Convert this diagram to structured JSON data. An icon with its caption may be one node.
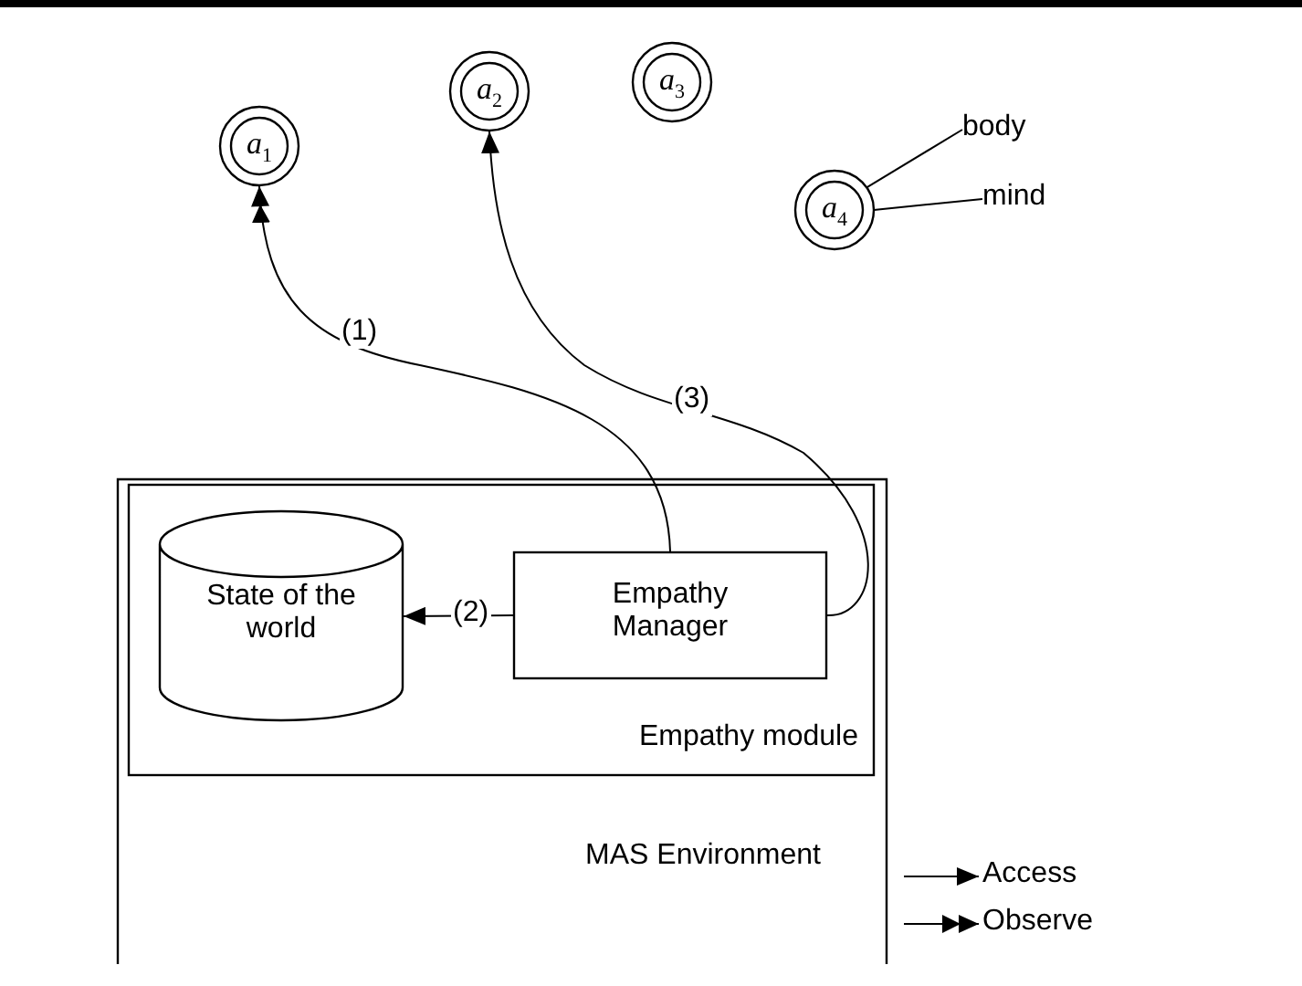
{
  "diagram": {
    "nodes": [
      {
        "text": [
          "MAS Environment"
        ]
      },
      {
        "text": [
          "Empathy module"
        ],
        "in": 0
      },
      {
        "text": [
          "State of the world"
        ],
        "in": 1
      },
      {
        "text": [
          "Empathy Manager"
        ],
        "in": 1
      },
      {
        "text": [
          "*a*$_{1}$"
        ]
      },
      {
        "text": [
          "*a*$_{2}$"
        ]
      },
      {
        "text": [
          "*a*$_{3}$"
        ]
      },
      {
        "text": [
          "*a*$_{4}$"
        ]
      },
      {
        "text": [
          "body"
        ]
      },
      {
        "text": [
          "mind"
        ]
      }
    ],
    "edges": [
      {
        "from": 3,
        "to": 4,
        "arrow": "to",
        "label": "(1)"
      },
      {
        "from": 3,
        "to": 2,
        "arrow": "to",
        "label": "(2)"
      },
      {
        "from": 3,
        "to": 5,
        "arrow": "to",
        "label": "(3)"
      },
      {
        "from": 8,
        "to": 7,
        "arrow": "none"
      },
      {
        "from": 9,
        "to": 7,
        "arrow": "none"
      }
    ],
    "legend": [
      {
        "text": "Access"
      },
      {
        "text": "Observe"
      }
    ]
  }
}
